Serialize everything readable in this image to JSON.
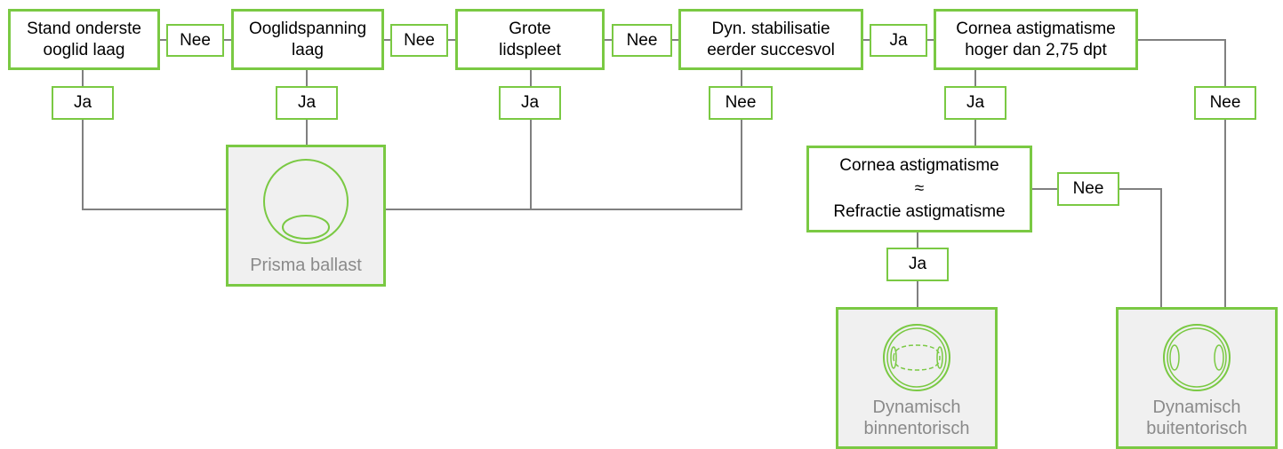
{
  "questions": {
    "q1": "Stand onderste\nooglid laag",
    "q2": "Ooglidspanning\nlaag",
    "q3": "Grote\nlidspleet",
    "q4": "Dyn. stabilisatie\neerder succesvol",
    "q5": "Cornea astigmatisme\nhoger dan 2,75 dpt",
    "q6": "Cornea astigmatisme\n≈\nRefractie astigmatisme"
  },
  "labels": {
    "q1_q2": "Nee",
    "q2_q3": "Nee",
    "q3_q4": "Nee",
    "q4_q5": "Ja",
    "q1_down": "Ja",
    "q2_down": "Ja",
    "q3_down": "Ja",
    "q4_down": "Nee",
    "q5_down": "Ja",
    "q5_right": "Nee",
    "q6_right": "Nee",
    "q6_down": "Ja"
  },
  "results": {
    "prisma": "Prisma ballast",
    "binnen": "Dynamisch\nbinnentorisch",
    "buiten": "Dynamisch\nbuitentorisch"
  },
  "colors": {
    "accent": "#7ac943",
    "connector": "#808080",
    "result_bg": "#f0f0f0"
  }
}
